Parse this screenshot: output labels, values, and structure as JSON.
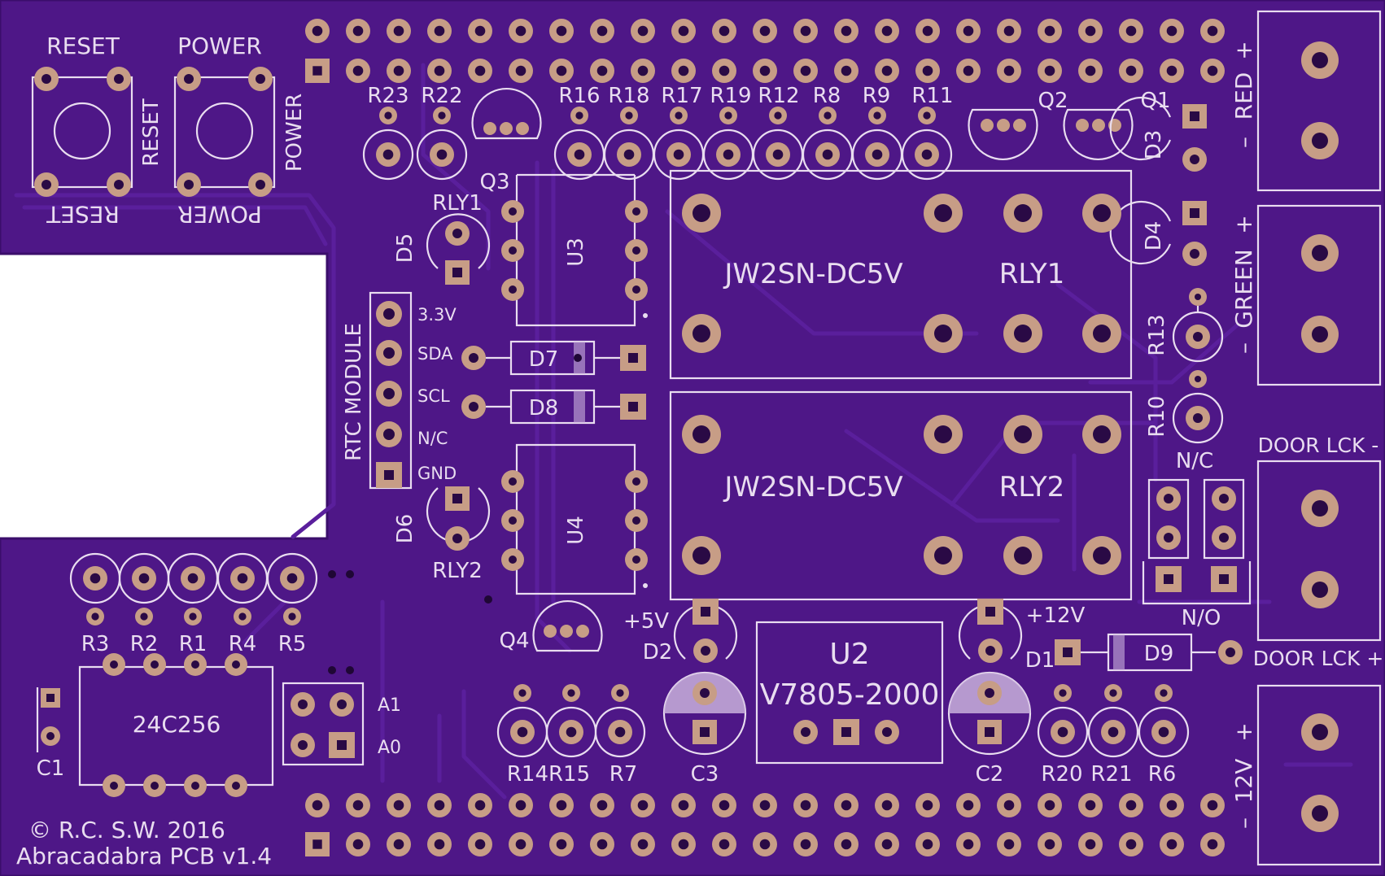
{
  "board": {
    "copyright": "© R.C. S.W.  2016",
    "board_name": "Abracadabra PCB v1.4"
  },
  "buttons": {
    "reset": "RESET",
    "power": "POWER"
  },
  "relays": [
    {
      "part": "JW2SN-DC5V",
      "ref": "RLY1"
    },
    {
      "part": "JW2SN-DC5V",
      "ref": "RLY2"
    }
  ],
  "regulator": {
    "ref": "U2",
    "part": "V7805-2000"
  },
  "eeprom": {
    "part": "24C256"
  },
  "rtc": {
    "title": "RTC MODULE",
    "pins": [
      "3.3V",
      "SDA",
      "SCL",
      "N/C",
      "GND"
    ]
  },
  "terminals": {
    "red": "RED",
    "green": "GREEN",
    "door_lock_minus": "DOOR LCK -",
    "door_lock_plus": "DOOR LCK +",
    "v12": "12V",
    "plus": "+",
    "minus": "–",
    "nc": "N/C",
    "no": "N/O"
  },
  "labels": {
    "r23": "R23",
    "r22": "R22",
    "r16": "R16",
    "r18": "R18",
    "r17": "R17",
    "r19": "R19",
    "r12": "R12",
    "r8": "R8",
    "r9": "R9",
    "r11": "R11",
    "q1": "Q1",
    "q2": "Q2",
    "q3": "Q3",
    "q4": "Q4",
    "d1": "D1",
    "d2": "D2",
    "d3": "D3",
    "d4": "D4",
    "d5": "D5",
    "d6": "D6",
    "d7": "D7",
    "d8": "D8",
    "d9": "D9",
    "u3": "U3",
    "u4": "U4",
    "rly1": "RLY1",
    "rly2": "RLY2",
    "r13": "R13",
    "r10": "R10",
    "r3": "R3",
    "r2": "R2",
    "r1": "R1",
    "r4": "R4",
    "r5": "R5",
    "r14r15": "R14R15",
    "r7": "R7",
    "r20": "R20",
    "r21": "R21",
    "r6": "R6",
    "c1": "C1",
    "c2": "C2",
    "c3": "C3",
    "a1": "A1",
    "a0": "A0",
    "v5": "+5V",
    "v12": "+12V"
  },
  "colors": {
    "board": "#4e1787",
    "board_edge": "#3b0e6b",
    "trace": "#5a1f9c",
    "silkscreen": "#e9ddf0",
    "pad": "#c79d86",
    "cutout": "#ffffff"
  }
}
